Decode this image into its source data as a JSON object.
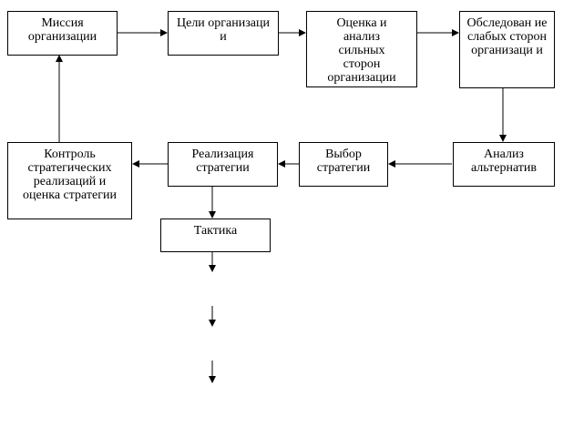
{
  "nodes": {
    "mission": "Миссия организации",
    "goals": "Цели организаци и",
    "analysis": "Оценка и анализ сильных сторон организации",
    "weak": "Обследован ие слабых сторон организаци и",
    "alternatives": "Анализ альтернатив",
    "choice": "Выбор стратегии",
    "implementation": "Реализация стратегии",
    "control": "Контроль стратегических реализаций и оценка стратегии",
    "tactics": "Тактика"
  },
  "colors": {
    "line": "#000000",
    "box_border": "#000000",
    "background": "#ffffff"
  }
}
